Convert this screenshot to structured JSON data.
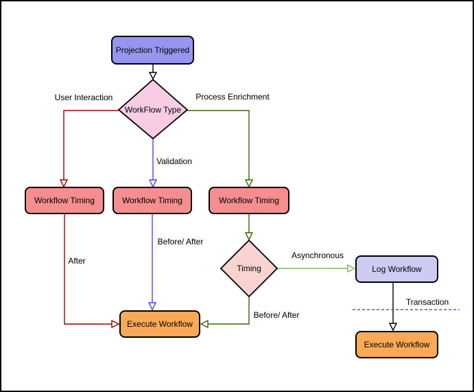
{
  "diagram": {
    "nodes": {
      "projection_triggered": {
        "label": "Projection Triggered",
        "fill": "#9696F0"
      },
      "workflow_type": {
        "label": "WorkFlow Type",
        "fill": "#F8CCE4"
      },
      "workflow_timing_left": {
        "label": "Workflow Timing",
        "fill": "#F58E8E"
      },
      "workflow_timing_middle": {
        "label": "Workflow Timing",
        "fill": "#F58E8E"
      },
      "workflow_timing_right": {
        "label": "Workflow Timing",
        "fill": "#F58E8E"
      },
      "timing": {
        "label": "Timing",
        "fill": "#F9D3D0"
      },
      "execute_workflow_main": {
        "label": "Execute Workflow",
        "fill": "#FAA957"
      },
      "log_workflow": {
        "label": "Log Workflow",
        "fill": "#CCCCF2"
      },
      "execute_workflow_transaction": {
        "label": "Execute Workflow",
        "fill": "#FAA957"
      }
    },
    "edge_labels": {
      "user_interaction": "User Interaction",
      "process_enrichment": "Process Enrichment",
      "validation": "Validation",
      "after": "After",
      "before_after_validation": "Before/ After",
      "before_after_timing": "Before/ After",
      "asynchronous": "Asynchronous",
      "transaction": "Transaction"
    },
    "colors": {
      "user_interaction_edge": "#990000",
      "validation_edge": "#4646EB",
      "process_enrichment_edge": "#336600",
      "asynchronous_edge": "#82B366",
      "default_edge": "#000000",
      "transaction_divider": "#3333CC",
      "node_border": "#000000"
    }
  }
}
